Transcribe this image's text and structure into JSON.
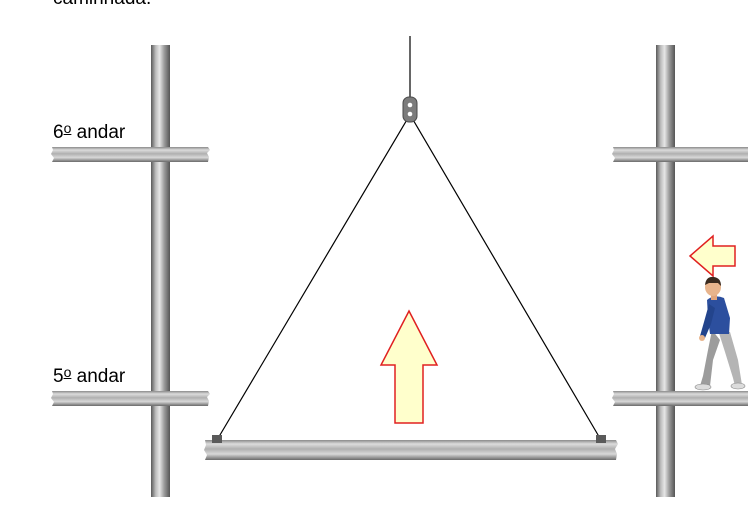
{
  "top_text": "caminhada.",
  "floors": {
    "upper": {
      "number": "6",
      "ordinal": "o",
      "word": "andar"
    },
    "lower": {
      "number": "5",
      "ordinal": "o",
      "word": "andar"
    }
  },
  "colors": {
    "arrow_fill": "#ffffcc",
    "arrow_stroke": "#e02020",
    "steel_light": "#c8c8c8",
    "steel_dark": "#6e6e6e",
    "cable": "#000000",
    "shirt": "#2c4f9e",
    "pants": "#a9a9a9"
  },
  "icons": {
    "up_arrow": "arrow-up-icon",
    "left_arrow": "arrow-left-icon",
    "hook": "pulley-hook-icon",
    "person": "walking-person-icon"
  }
}
